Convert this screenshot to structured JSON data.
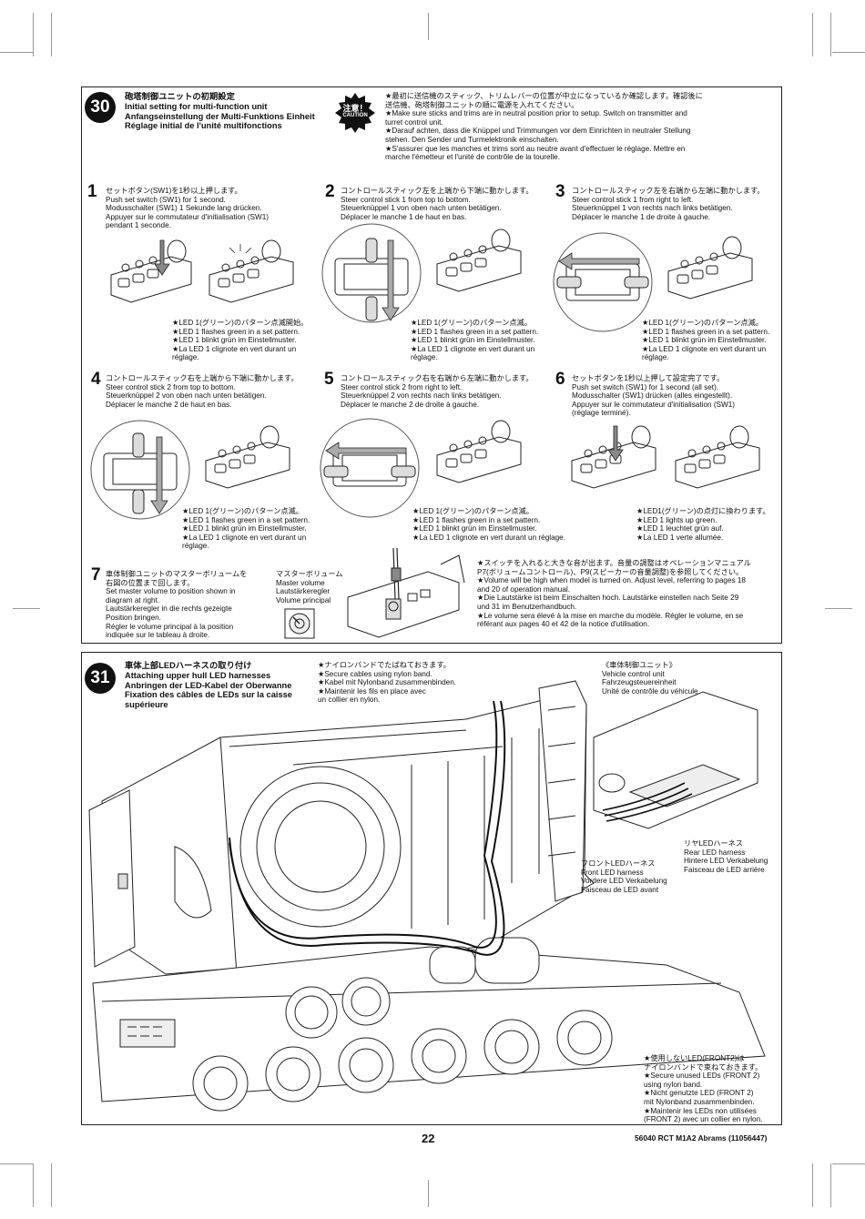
{
  "page_number": "22",
  "footer": "56040 RCT M1A2 Abrams (11056447)",
  "step30": {
    "number": "30",
    "title": "砲塔制御ユニットの初期設定\nInitial setting for multi-function unit\nAnfangseinstellung der Multi-Funktions Einheit\nRéglage initial de l'unité multifonctions",
    "caution_jp": "注意！",
    "caution_en": "CAUTION",
    "caution_text": "★最初に送信機のスティック、トリムレバーの位置が中立になっているか確認します。確認後に\n送信機、砲塔制御ユニットの順に電源を入れてください。\n★Make sure sticks and trims are in neutral position prior to setup. Switch on transmitter and\nturret control unit.\n★Darauf achten, dass die Knüppel und Trimmungen vor dem Einrichten in neutraler Stellung\nstehen. Den Sender und Turmelektronik einschalten.\n★S'assurer que les manches et trims sont au neutre avant d'effectuer le réglage. Mettre en\nmarche l'émetteur et l'unité de contrôle de la tourelle.",
    "substeps": [
      {
        "n": "1",
        "text": "セットボタン(SW1)を1秒以上押します。\nPush set switch (SW1) for 1 second.\nModusschalter (SW1) 1 Sekunde lang drücken.\nAppuyer sur le commutateur d'initialisation (SW1)\npendant 1 seconde.",
        "note": "★LED 1(グリーン)のパターン点滅開始。\n★LED 1 flashes green in a set pattern.\n★LED 1 blinkt grün im Einstellmuster.\n★La LED 1 clignote en vert durant un\nréglage."
      },
      {
        "n": "2",
        "text": "コントロールスティック左を上端から下端に動かします。\nSteer control stick 1 from top to bottom.\nSteuerknüppel 1 von oben nach unten betätigen.\nDéplacer le manche 1 de haut en bas.",
        "note": "★LED 1(グリーン)のパターン点滅。\n★LED 1 flashes green in a set pattern.\n★LED 1 blinkt grün im Einstellmuster.\n★La LED 1 clignote en vert durant un\nréglage."
      },
      {
        "n": "3",
        "text": "コントロールスティック左を右端から左端に動かします。\nSteer control stick 1 from right to left.\nSteuerknüppel 1 von rechts nach links betätigen.\nDéplacer le manche 1 de droite à gauche.",
        "note": "★LED 1(グリーン)のパターン点滅。\n★LED 1 flashes green in a set pattern.\n★LED 1 blinkt grün im Einstellmuster.\n★La LED 1 clignote en vert durant un\nréglage."
      },
      {
        "n": "4",
        "text": "コントロールスティック右を上端から下端に動かします。\nSteer control stick 2 from top to bottom.\nSteuerknüppel 2 von oben nach unten betätigen.\nDéplacer le manche 2 de haut en bas.",
        "note": "★LED 1(グリーン)のパターン点滅。\n★LED 1 flashes green in a set pattern.\n★LED 1 blinkt grün im Einstellmuster.\n★La LED 1 clignote en vert durant un\nréglage."
      },
      {
        "n": "5",
        "text": "コントロールスティック右を右端から左端に動かします。\nSteer control stick 2 from right to left.\nSteuerknüppel 2 von rechts nach links betätigen.\nDéplacer le manche 2 de droite à gauche.",
        "note": "★LED 1(グリーン)のパターン点滅。\n★LED 1 flashes green in a set pattern.\n★LED 1 blinkt grün im Einstellmuster.\n★La LED 1 clignote en vert durant un réglage."
      },
      {
        "n": "6",
        "text": "セットボタンを1秒以上押して設定完了です。\nPush set switch (SW1) for 1 second (all set).\nModusschalter (SW1) drücken (alles eingestellt).\nAppuyer sur le commutateur d'initialisation (SW1)\n(réglage terminé).",
        "note": "★LED1(グリーン)の点灯に換わります。\n★LED 1 lights up green.\n★LED 1 leuchtet grün auf.\n★La LED 1 verte allumée."
      },
      {
        "n": "7",
        "text": "車体制御ユニットのマスターボリュームを\n右図の位置まで回します。\nSet master volume to position shown in\ndiagram at right.\nLautstärkeregler in die rechts gezeigte\nPosition bringen.\nRégler le volume principal à la position\nindiquée sur le tableau à droite.",
        "label": "マスターボリューム\nMaster volume\nLautstärkeregler\nVolume principal",
        "note": "★スイッチを入れると大きな音が出ます。音量の調整はオペレーションマニュアル\nP7(ボリュームコントロール)、P9(スピーカーの音量調整)を参照してください。\n★Volume will be high when model is turned on. Adjust level, referring to pages 18\nand 20 of operation manual.\n★Die Lautstärke ist beim Einschalten hoch. Lautstärke einstellen nach Seite 29\nund 31 im Benutzerhandbuch.\n★Le volume sera élevé à la mise en marche du modèle. Régler le volume, en se\nréférant aux pages 40 et 42 de la notice d'utilisation."
      }
    ]
  },
  "step31": {
    "number": "31",
    "title": "車体上部LEDハーネスの取り付け\nAttaching upper hull LED harnesses\nAnbringen der LED-Kabel der Oberwanne\nFixation des câbles de LEDs sur la caisse\nsupérieure",
    "nylon_note": "★ナイロンバンドでたばねておきます。\n★Secure cables using nylon band.\n★Kabel mit Nylonband zusammenbinden.\n★Maintenir les fils en place avec\nun collier en nylon.",
    "vcu_label": "《車体制御ユニット》\nVehicle control unit\nFahrzeugsteuereinheit\nUnité de contrôle du véhicule",
    "rear_led": "リヤLEDハーネス\nRear LED harness\nHintere LED Verkabelung\nFaisceau de LED arrière",
    "front_led": "フロントLEDハーネス\nFront LED harness\nVordere LED Verkabelung\nFaisceau de LED avant",
    "unused_note": "★使用しないLED(FRONT2)は\nナイロンバンドで束ねておきます。\n★Secure unused LEDs (FRONT 2)\nusing nylon band.\n★Nicht genutzte LED (FRONT 2)\nmit Nylonband zusammenbinden.\n★Maintenir les LEDs non utilisées\n(FRONT 2) avec un collier en nylon."
  }
}
